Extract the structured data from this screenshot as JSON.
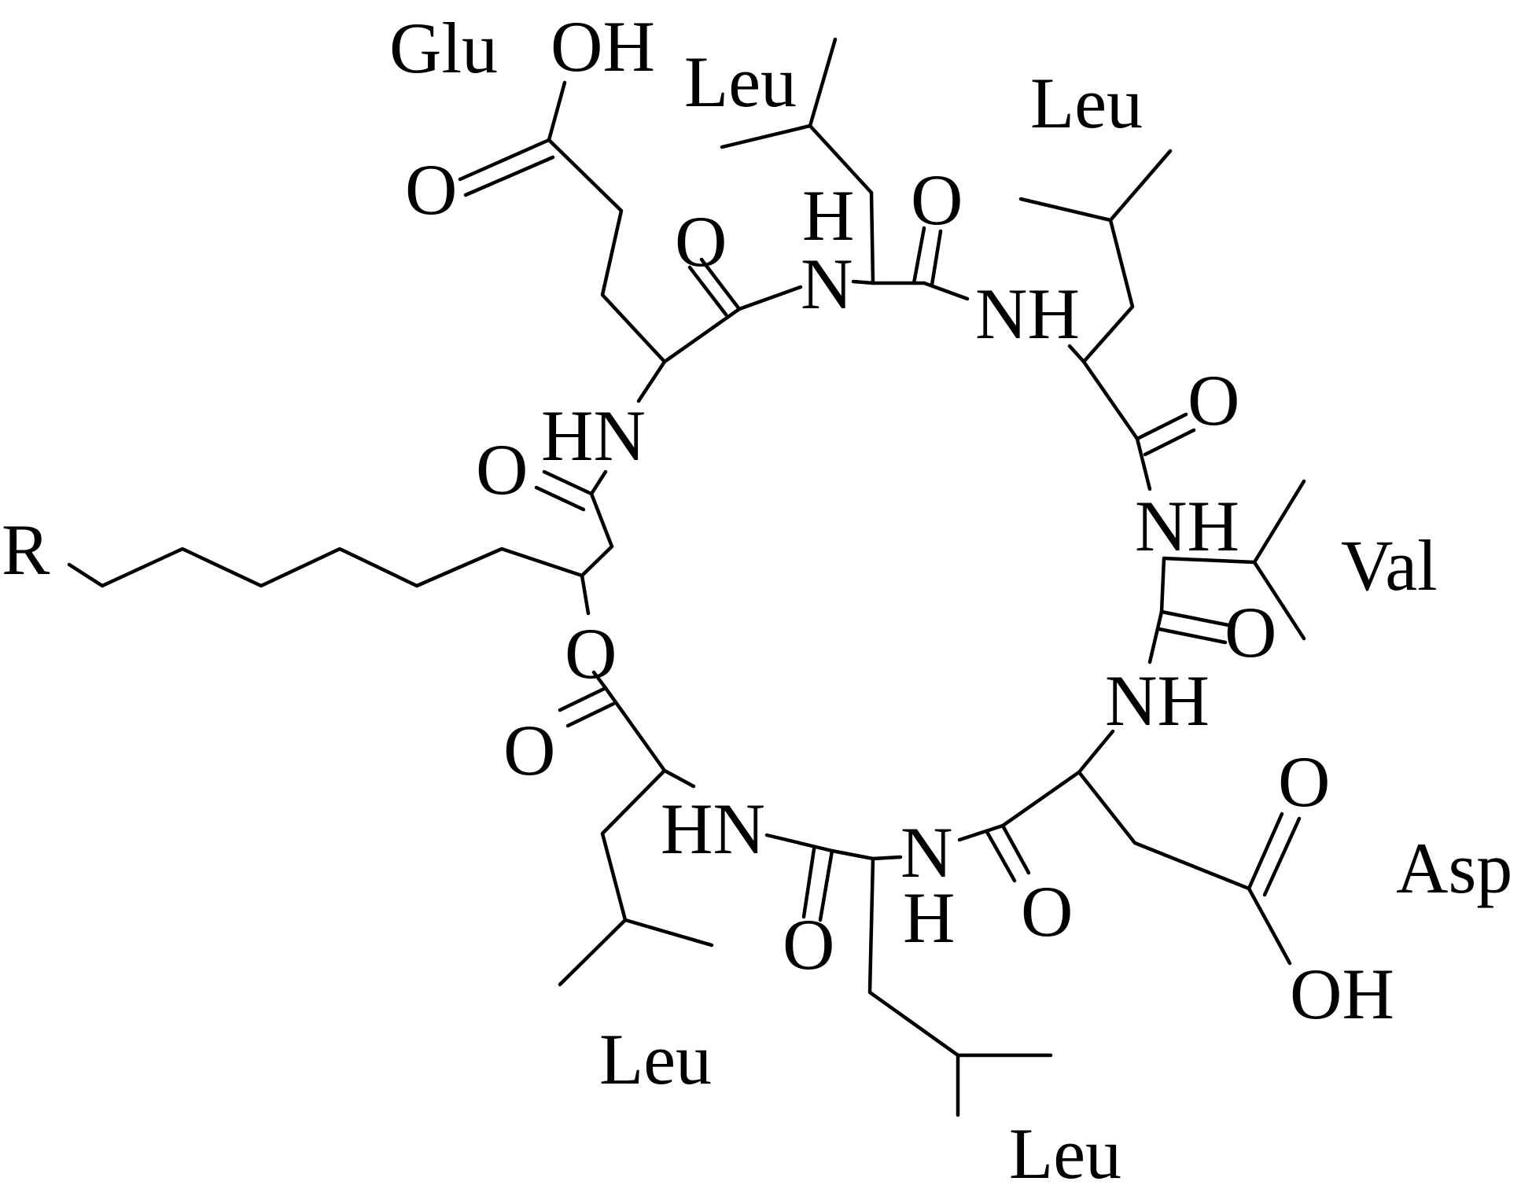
{
  "structure": {
    "labels": {
      "glu": "Glu",
      "leu_top1": "Leu",
      "leu_top2": "Leu",
      "val": "Val",
      "asp": "Asp",
      "leu_bottom1": "Leu",
      "leu_bottom2": "Leu",
      "r_group": "R"
    },
    "atoms": {
      "oh": "OH",
      "o": "O",
      "nh": "NH",
      "hn": "HN",
      "n": "N",
      "h": "H"
    },
    "colors": {
      "ink": "#000000",
      "background": "#ffffff"
    }
  }
}
